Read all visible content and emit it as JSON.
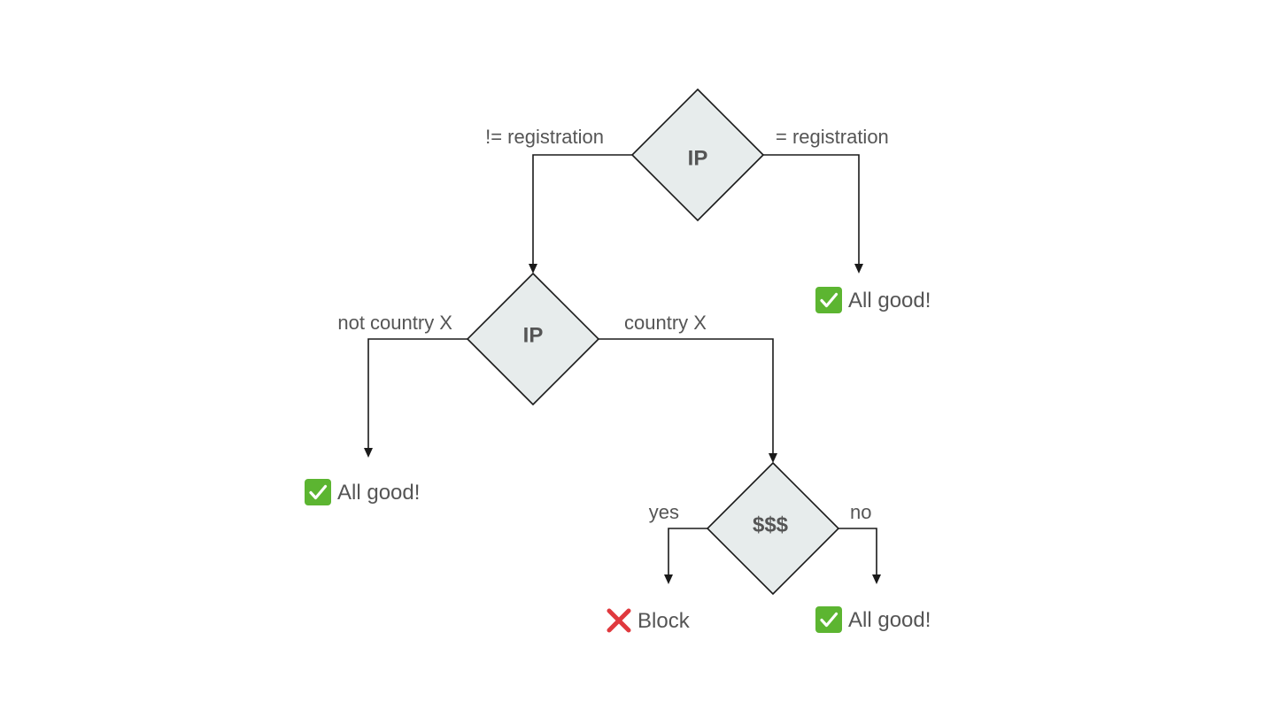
{
  "diagram": {
    "nodes": {
      "ip_top": {
        "label": "IP"
      },
      "ip_middle": {
        "label": "IP"
      },
      "money": {
        "label": "$$$"
      }
    },
    "edges": {
      "not_registration": "!= registration",
      "registration": "= registration",
      "not_country_x": "not country X",
      "country_x": "country X",
      "yes": "yes",
      "no": "no"
    },
    "outcomes": {
      "all_good_top": {
        "icon": "check-mark-icon",
        "label": "All good!"
      },
      "all_good_left": {
        "icon": "check-mark-icon",
        "label": "All good!"
      },
      "block": {
        "icon": "cross-mark-icon",
        "label": "Block"
      },
      "all_good_bottom": {
        "icon": "check-mark-icon",
        "label": "All good!"
      }
    }
  },
  "colors": {
    "diamond_fill": "#e7ecec",
    "line": "#1a1a1a",
    "text": "#555555",
    "check": "#5cb531",
    "cross": "#e0393e"
  }
}
